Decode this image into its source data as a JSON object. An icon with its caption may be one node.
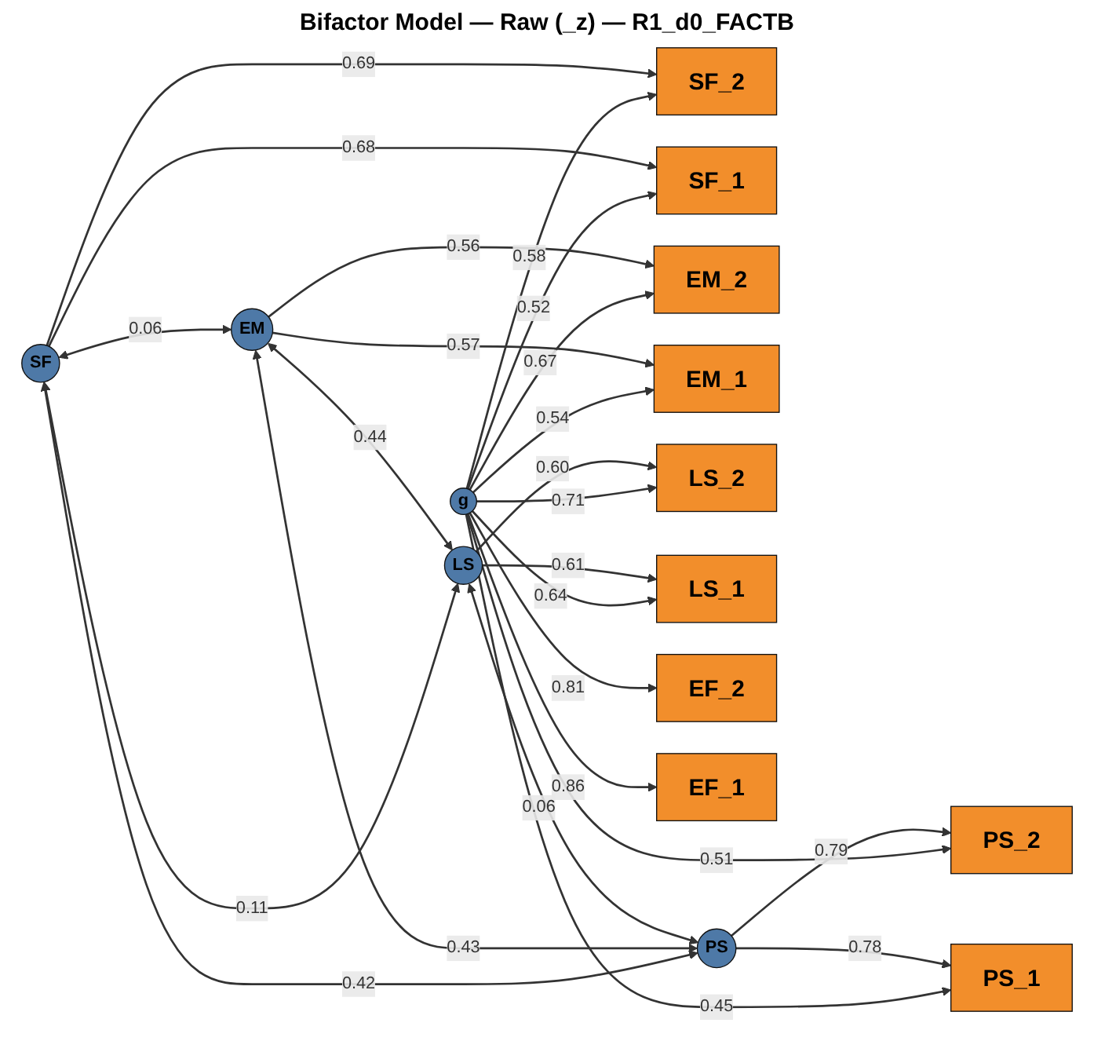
{
  "diagram": {
    "title": "Bifactor Model — Raw (_z) — R1_d0_FACTB",
    "nodes": [
      {
        "text": [
          "g"
        ]
      },
      {
        "text": [
          "SF_2"
        ]
      },
      {
        "text": [
          "SF_1"
        ]
      },
      {
        "text": [
          "EM_2"
        ]
      },
      {
        "text": [
          "EM_1"
        ]
      },
      {
        "text": [
          "LS_2"
        ]
      },
      {
        "text": [
          "LS_1"
        ]
      },
      {
        "text": [
          "PS_2"
        ]
      },
      {
        "text": [
          "PS_1"
        ]
      },
      {
        "text": [
          "EF_2"
        ]
      },
      {
        "text": [
          "EF_1"
        ]
      },
      {
        "text": [
          "SF"
        ]
      },
      {
        "text": [
          "EM"
        ]
      },
      {
        "text": [
          "LS"
        ]
      },
      {
        "text": [
          "PS"
        ]
      }
    ],
    "edges": [
      {
        "from": 0,
        "to": 1,
        "arrow": "to",
        "label": "0.58"
      },
      {
        "from": 0,
        "to": 2,
        "arrow": "to",
        "label": "0.52"
      },
      {
        "from": 0,
        "to": 3,
        "arrow": "to",
        "label": "0.67"
      },
      {
        "from": 0,
        "to": 4,
        "arrow": "to",
        "label": "0.54"
      },
      {
        "from": 0,
        "to": 5,
        "arrow": "to",
        "label": "0.71"
      },
      {
        "from": 0,
        "to": 6,
        "arrow": "to",
        "label": "0.64"
      },
      {
        "from": 0,
        "to": 7,
        "arrow": "to",
        "label": "0.51"
      },
      {
        "from": 0,
        "to": 8,
        "arrow": "to",
        "label": "0.45"
      },
      {
        "from": 0,
        "to": 9,
        "arrow": "to",
        "label": "0.81"
      },
      {
        "from": 0,
        "to": 10,
        "arrow": "to",
        "label": "0.86"
      },
      {
        "from": 11,
        "to": 1,
        "arrow": "to",
        "label": "0.69"
      },
      {
        "from": 11,
        "to": 2,
        "arrow": "to",
        "label": "0.68"
      },
      {
        "from": 12,
        "to": 3,
        "arrow": "to",
        "label": "0.56"
      },
      {
        "from": 12,
        "to": 4,
        "arrow": "to",
        "label": "0.57"
      },
      {
        "from": 13,
        "to": 5,
        "arrow": "to",
        "label": "0.60"
      },
      {
        "from": 13,
        "to": 6,
        "arrow": "to",
        "label": "0.61"
      },
      {
        "from": 14,
        "to": 7,
        "arrow": "to",
        "label": "0.79"
      },
      {
        "from": 14,
        "to": 8,
        "arrow": "to",
        "label": "0.78"
      },
      {
        "from": 11,
        "to": 12,
        "arrow": "both",
        "label": "0.06"
      },
      {
        "from": 11,
        "to": 13,
        "arrow": "both",
        "label": "0.11"
      },
      {
        "from": 12,
        "to": 13,
        "arrow": "both",
        "label": "0.44"
      },
      {
        "from": 11,
        "to": 14,
        "arrow": "both",
        "label": "0.42"
      },
      {
        "from": 12,
        "to": 14,
        "arrow": "both",
        "label": "0.43"
      },
      {
        "from": 13,
        "to": 14,
        "arrow": "both",
        "label": "0.06"
      }
    ]
  }
}
